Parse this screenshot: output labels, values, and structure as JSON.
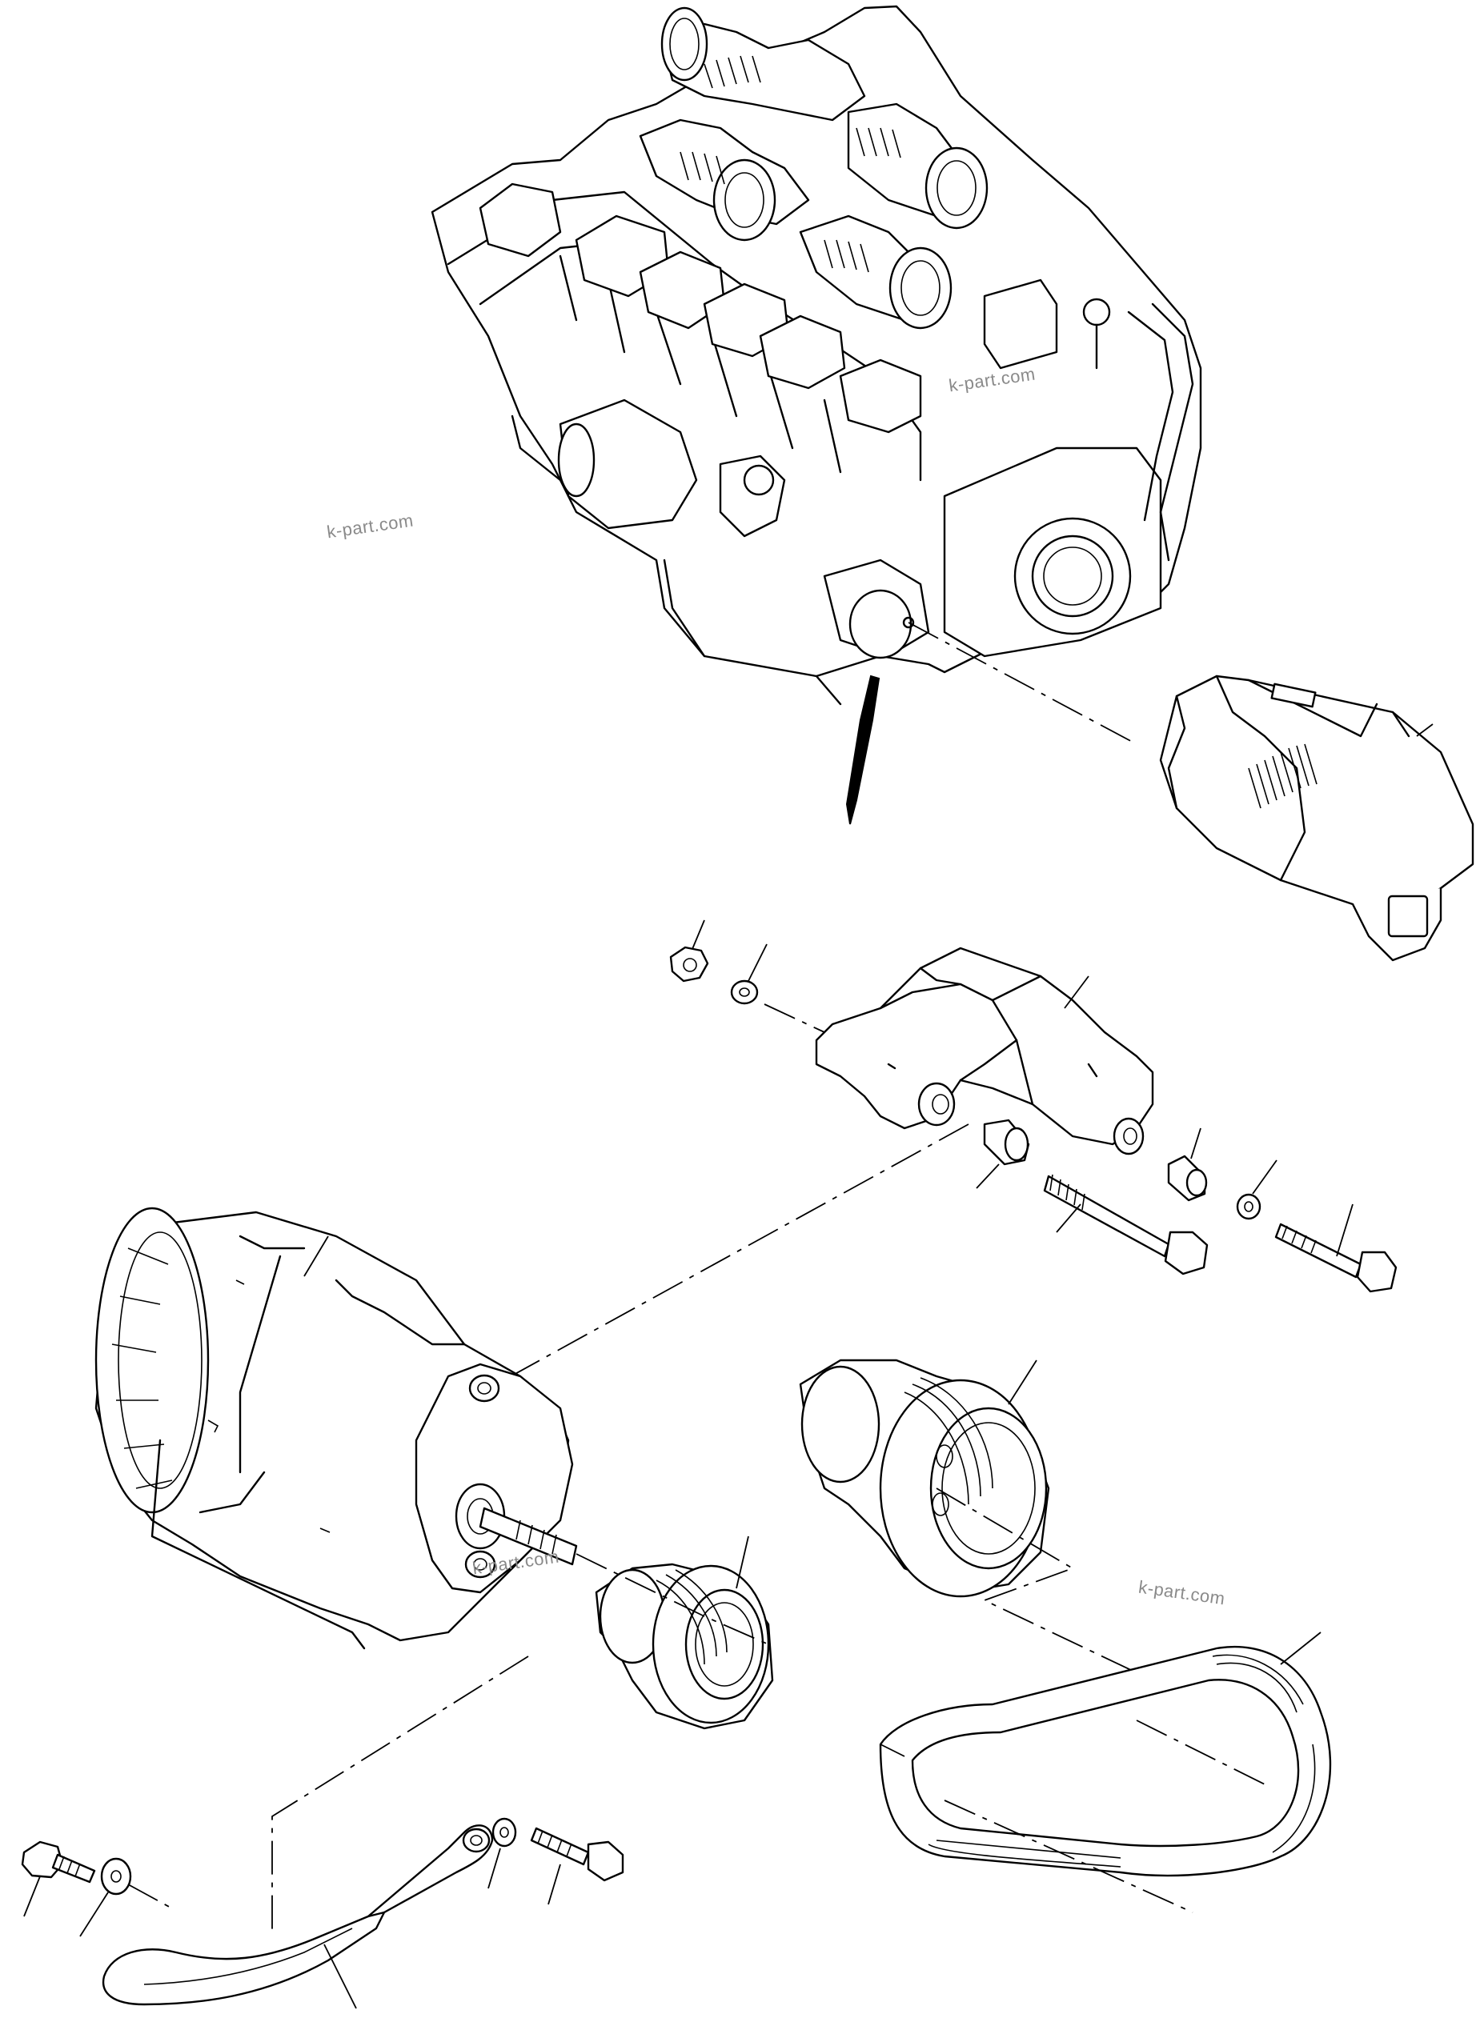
{
  "watermark": {
    "text_1": "k-part.com",
    "text_2": "k-part.com",
    "text_3": "k-part.com",
    "text_4": "k-part.com"
  },
  "parts": [
    {
      "id": "engine-assembly",
      "kind": "engine"
    },
    {
      "id": "alternator-cover",
      "kind": "cover"
    },
    {
      "id": "lock-nut",
      "kind": "nut"
    },
    {
      "id": "washer-upper",
      "kind": "washer"
    },
    {
      "id": "alternator-bracket",
      "kind": "bracket"
    },
    {
      "id": "spacer-bushing",
      "kind": "bushing"
    },
    {
      "id": "sleeve",
      "kind": "bushing"
    },
    {
      "id": "washer-right",
      "kind": "washer"
    },
    {
      "id": "long-bolt",
      "kind": "bolt"
    },
    {
      "id": "bolt-right",
      "kind": "bolt"
    },
    {
      "id": "alternator",
      "kind": "alternator"
    },
    {
      "id": "drive-pulley",
      "kind": "pulley"
    },
    {
      "id": "alternator-pulley",
      "kind": "pulley"
    },
    {
      "id": "v-belt",
      "kind": "belt"
    },
    {
      "id": "adjusting-link",
      "kind": "link"
    },
    {
      "id": "washer-lower-left",
      "kind": "washer"
    },
    {
      "id": "washer-lower-right",
      "kind": "washer"
    },
    {
      "id": "bolt-lower-left",
      "kind": "bolt"
    },
    {
      "id": "bolt-lower-right",
      "kind": "bolt"
    }
  ]
}
